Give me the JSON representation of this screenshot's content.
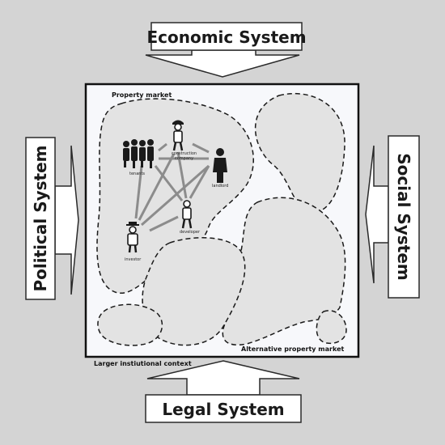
{
  "systems": {
    "top": "Economic System",
    "left": "Political System",
    "right": "Social System",
    "bottom": "Legal System"
  },
  "markets": {
    "main": "Property market",
    "alternative": "Alternative property market",
    "context": "Larger instiutional context"
  },
  "actors": {
    "tenants": "tenants",
    "construction": "construction",
    "company": "company",
    "landlord": "landlord",
    "developer": "developer",
    "investor": "investor"
  },
  "colors": {
    "background": "#d4d4d4",
    "panel": "#f7f8fb",
    "blob_fill": "#e3e3e3",
    "arrow_fill": "#ffffff",
    "connector": "#8c8c8c"
  }
}
